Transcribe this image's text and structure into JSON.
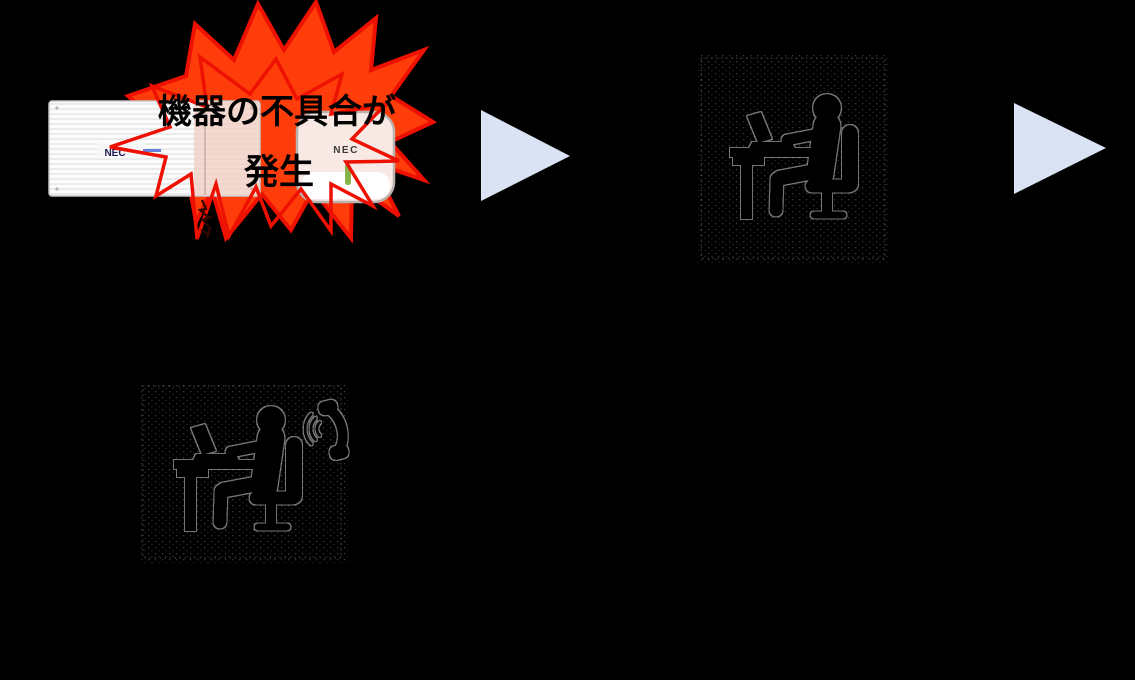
{
  "background": "#000000",
  "explosion": {
    "text_line1": "機器の不具合が",
    "text_line2": "発生",
    "fill": "#ff3d0a",
    "stroke": "#ee1000",
    "text_color": "#000000"
  },
  "devices": {
    "pbx_logo": "NEC",
    "ap_logo": "NEC",
    "pbx_body_color": "#fbfbfb",
    "pbx_panel_tint": "#f2cdc3",
    "ap_body_color": "#f9e9e4",
    "led_color": "#86b44a"
  },
  "arrows": {
    "fill": "#dae3f3"
  },
  "icons": {
    "worker_desk": "person-working-at-desk-with-laptop",
    "worker_desk_phone": "person-at-desk-with-ringing-phone",
    "phone": "telephone-handset-with-sound-waves"
  }
}
